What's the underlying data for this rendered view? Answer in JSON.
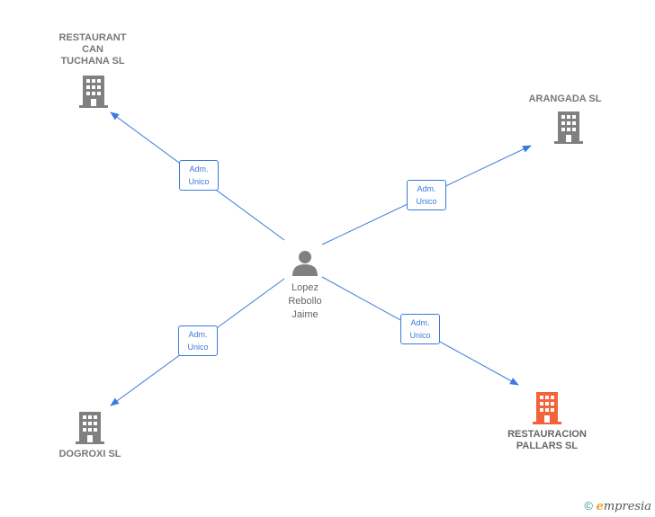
{
  "person": {
    "name": "Lopez\nRebollo\nJaime"
  },
  "companies": [
    {
      "id": "restaurant-can-tuchana",
      "name": "RESTAURANT\nCAN\nTUCHANA SL",
      "color": "#808080"
    },
    {
      "id": "arangada",
      "name": "ARANGADA SL",
      "color": "#808080"
    },
    {
      "id": "dogroxi",
      "name": "DOGROXI  SL",
      "color": "#808080"
    },
    {
      "id": "restauracion-pallars",
      "name": "RESTAURACION\nPALLARS  SL",
      "color": "#f4623a"
    }
  ],
  "relations": [
    {
      "to": "restaurant-can-tuchana",
      "label": "Adm.\nUnico"
    },
    {
      "to": "arangada",
      "label": "Adm.\nUnico"
    },
    {
      "to": "dogroxi",
      "label": "Adm.\nUnico"
    },
    {
      "to": "restauracion-pallars",
      "label": "Adm.\nUnico"
    }
  ],
  "colors": {
    "edge": "#3b7bdb",
    "building_default": "#808080",
    "building_highlight": "#f4623a",
    "person_icon": "#808080"
  },
  "footer": {
    "copyright_symbol": "©",
    "brand_initial": "e",
    "brand_rest": "mpresia"
  }
}
